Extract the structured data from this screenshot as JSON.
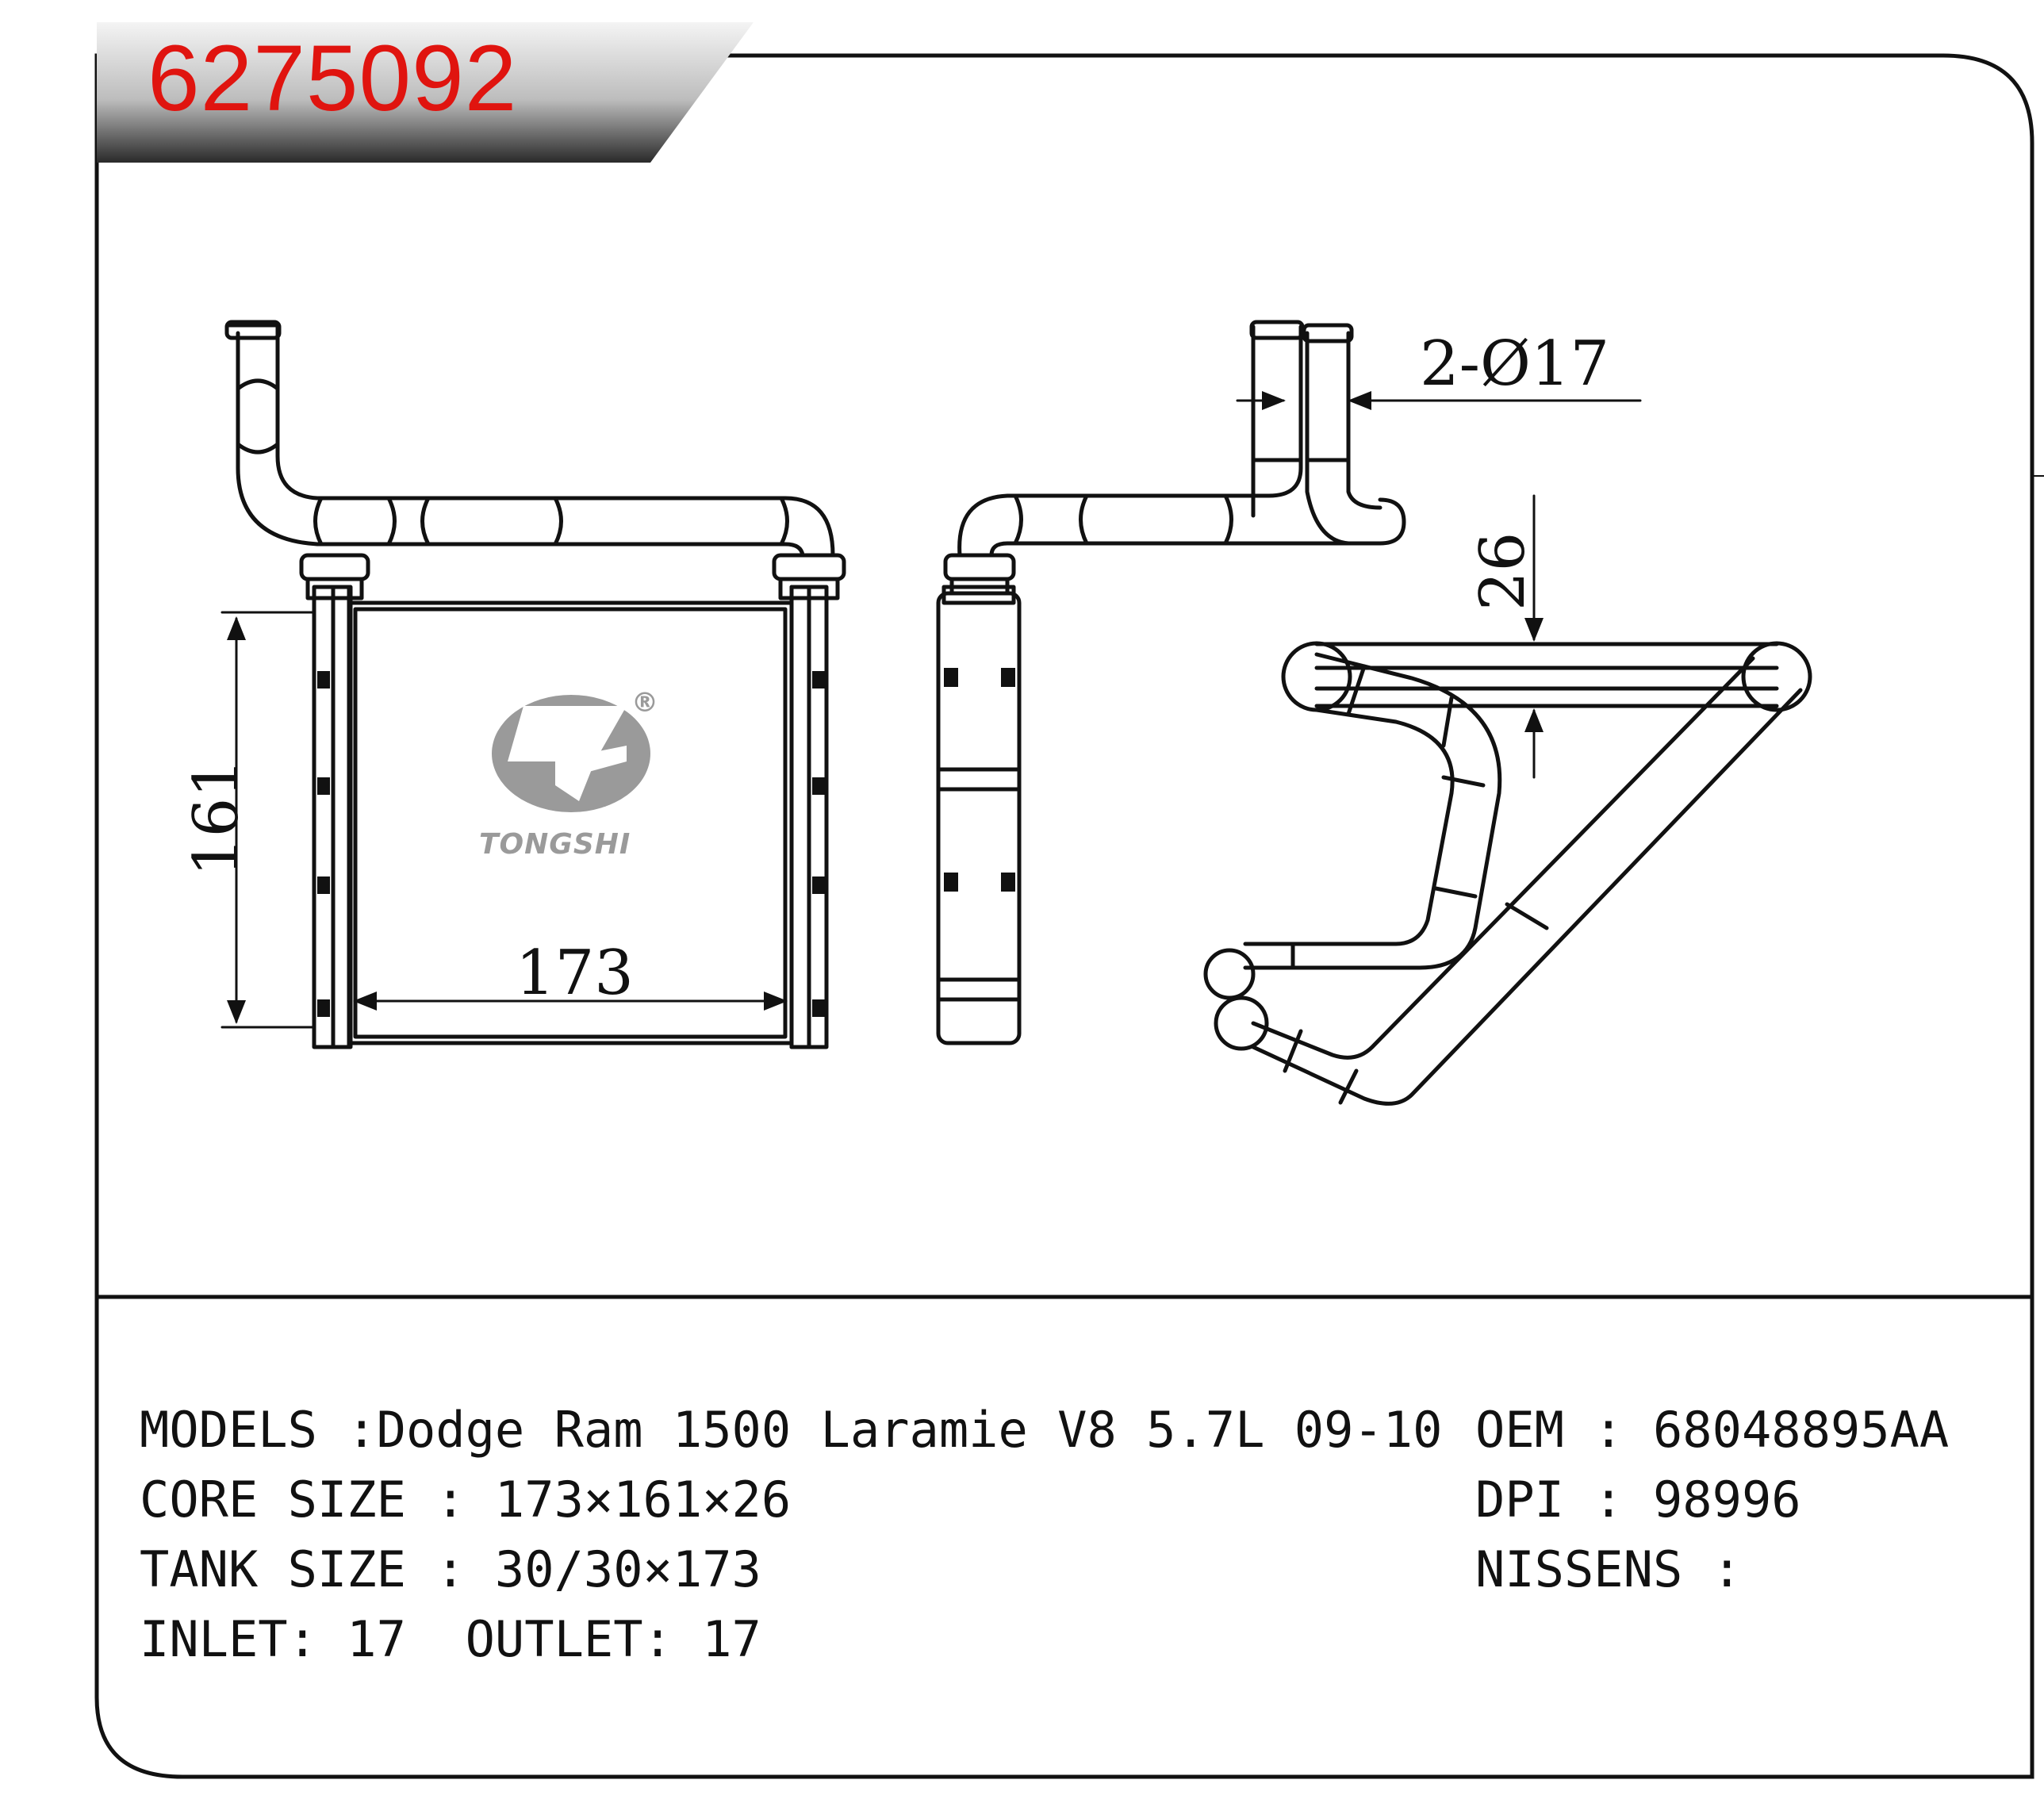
{
  "part_number": "6275092",
  "brand": "TONGSHI",
  "brand_mark": "®",
  "dimensions": {
    "width": "173",
    "height": "161",
    "depth": "26",
    "pipes": "2-Ø17"
  },
  "specs": {
    "models": "MODELS :Dodge Ram 1500 Laramie V8 5.7L 09-10",
    "core_size": "CORE SIZE : 173×161×26",
    "tank_size": "TANK SIZE : 30/30×173",
    "inlet_outlet": "INLET: 17  OUTLET: 17",
    "oem": "OEM : 68048895AA",
    "dpi": "DPI : 98996",
    "nissens": "NISSENS :"
  },
  "colors": {
    "part_number": "#e0140f",
    "banner_dark": "#2a2a2a",
    "logo": "#9a9a9a"
  }
}
